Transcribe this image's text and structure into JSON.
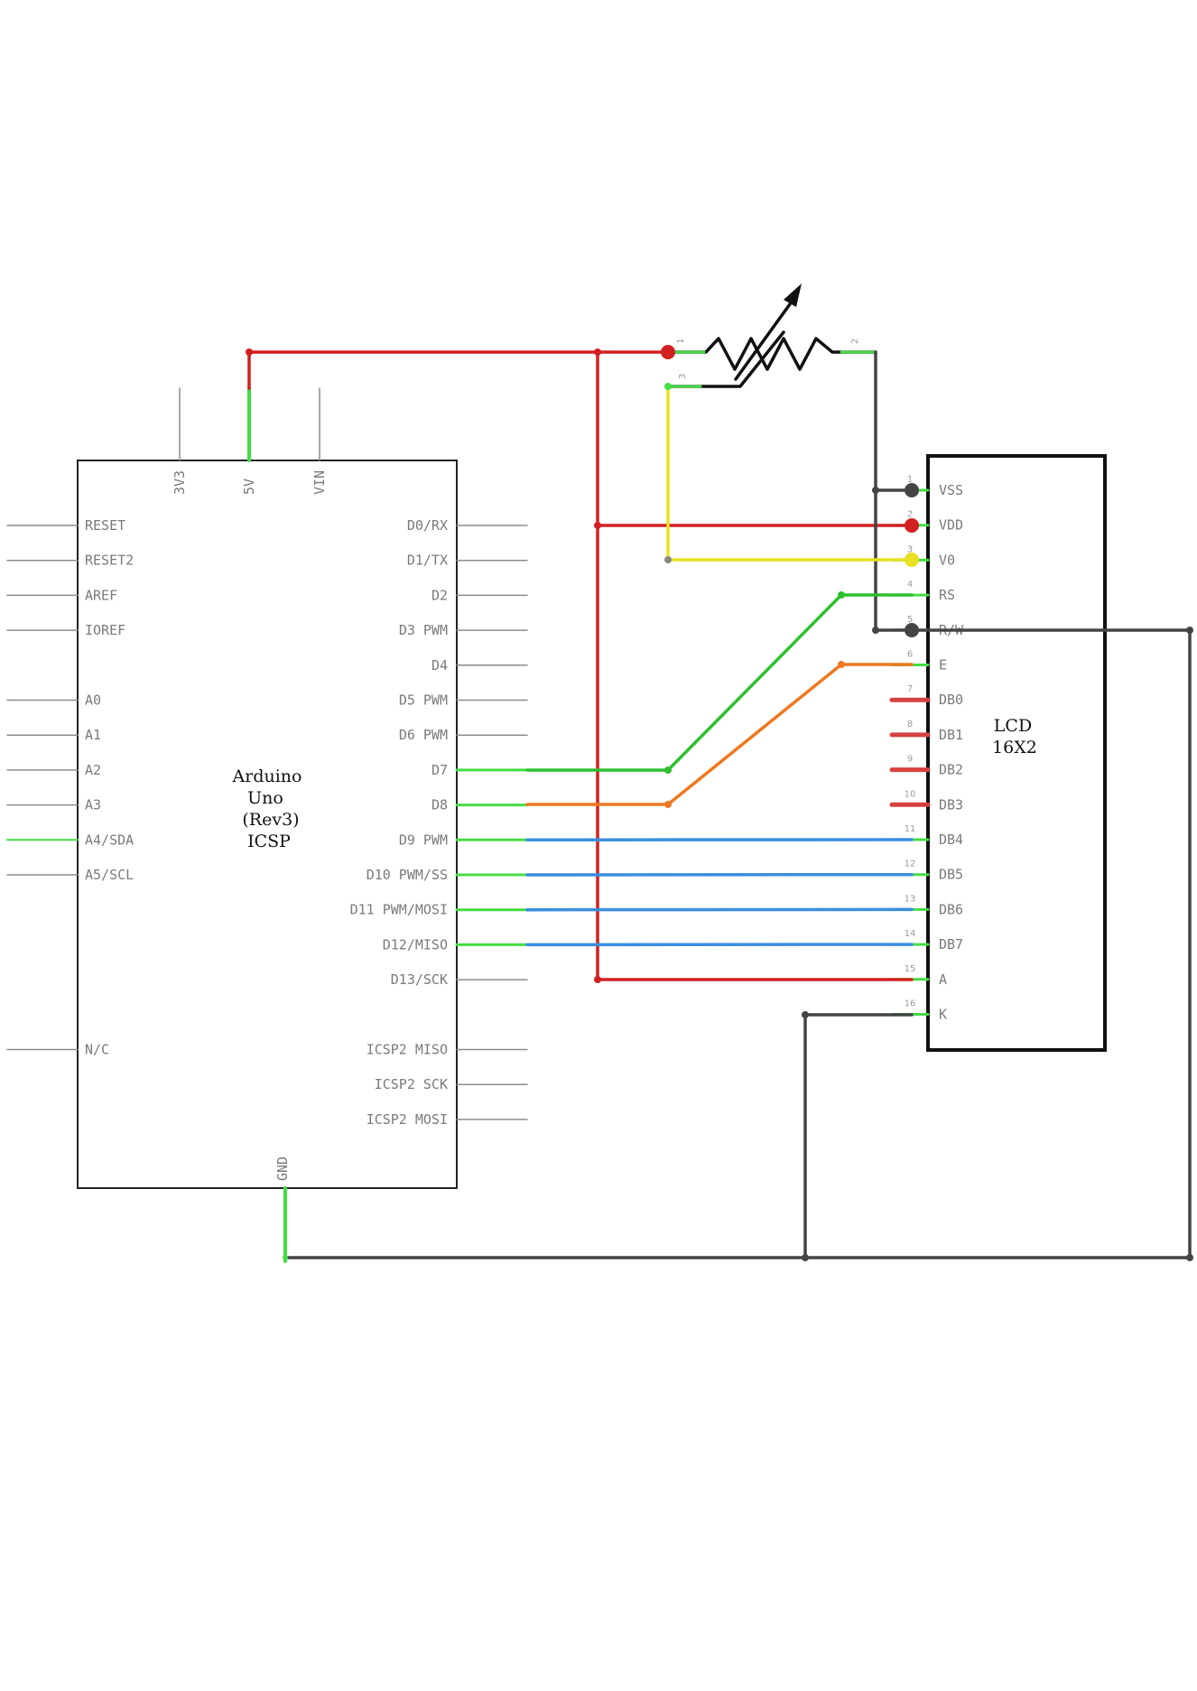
{
  "colors": {
    "background": "#ffffff",
    "outline": "#222222",
    "stub": "#8c8c8c",
    "power": "#d22020",
    "ground": "#444444",
    "contrast": "#e8e020",
    "rs": "#2ec02e",
    "enable": "#f07820",
    "data": "#3a8ee0",
    "pin_green": "#44dd44",
    "unused_pin": "#d84040"
  },
  "arduino": {
    "title_lines": [
      "Arduino",
      "Uno",
      "(Rev3)",
      "ICSP"
    ],
    "top_pins": [
      "3V3",
      "5V",
      "VIN"
    ],
    "left_pins": [
      "RESET",
      "RESET2",
      "AREF",
      "IOREF",
      "",
      "A0",
      "A1",
      "A2",
      "A3",
      "A4/SDA",
      "A5/SCL",
      "",
      "",
      "",
      "",
      "N/C"
    ],
    "right_pins": [
      "D0/RX",
      "D1/TX",
      "D2",
      "D3 PWM",
      "D4",
      "D5 PWM",
      "D6 PWM",
      "D7",
      "D8",
      "D9 PWM",
      "D10 PWM/SS",
      "D11 PWM/MOSI",
      "D12/MISO",
      "D13/SCK",
      "",
      "ICSP2 MISO",
      "ICSP2 SCK",
      "ICSP2 MOSI"
    ],
    "bottom_pin": "GND"
  },
  "lcd": {
    "title_lines": [
      "LCD",
      "16X2"
    ],
    "pins": [
      "VSS",
      "VDD",
      "V0",
      "RS",
      "R/W",
      "E",
      "DB0",
      "DB1",
      "DB2",
      "DB3",
      "DB4",
      "DB5",
      "DB6",
      "DB7",
      "A",
      "K"
    ],
    "pin_numbers": [
      "1",
      "2",
      "3",
      "4",
      "5",
      "6",
      "7",
      "8",
      "9",
      "10",
      "11",
      "12",
      "13",
      "14",
      "15",
      "16"
    ]
  },
  "potentiometer": {
    "pin_labels": [
      "1",
      "2",
      "3"
    ]
  }
}
